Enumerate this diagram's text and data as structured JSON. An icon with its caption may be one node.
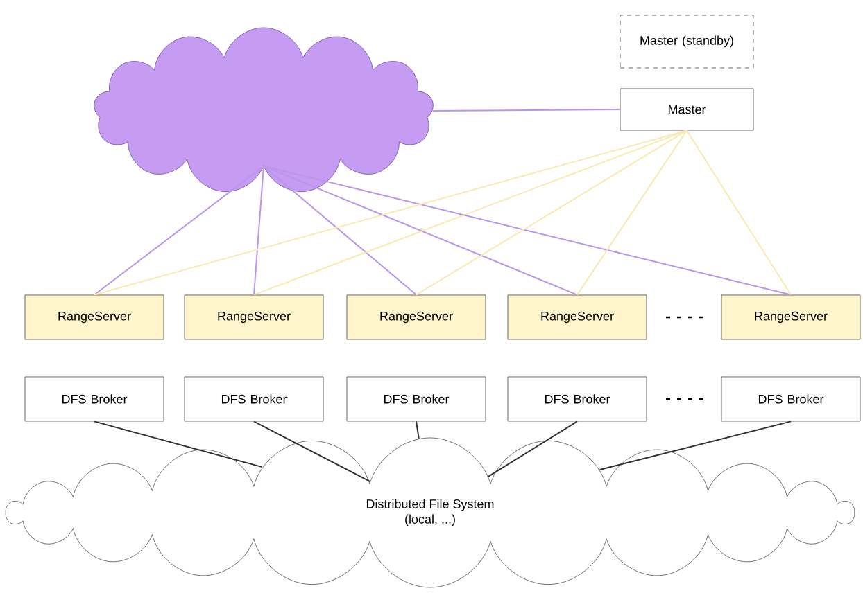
{
  "diagram": {
    "nodes": [
      {
        "text": [],
        "shape": "cloud"
      },
      {
        "text": [
          "Master (standby)"
        ]
      },
      {
        "text": [
          "Master"
        ]
      },
      {
        "text": [
          "RangeServer"
        ]
      },
      {
        "text": [
          "RangeServer"
        ]
      },
      {
        "text": [
          "RangeServer"
        ]
      },
      {
        "text": [
          "RangeServer"
        ]
      },
      {
        "text": [
          "RangeServer"
        ]
      },
      {
        "text": [
          "DFS Broker"
        ]
      },
      {
        "text": [
          "DFS Broker"
        ]
      },
      {
        "text": [
          "DFS Broker"
        ]
      },
      {
        "text": [
          "DFS Broker"
        ]
      },
      {
        "text": [
          "DFS Broker"
        ]
      },
      {
        "text": [
          "Distributed File System",
          "(local, ...)"
        ]
      }
    ],
    "edges": [
      {
        "from": 0,
        "to": 2,
        "arrow": "none",
        "color": "#b896ea"
      },
      {
        "from": 0,
        "to": 3,
        "arrow": "none",
        "color": "#b896ea"
      },
      {
        "from": 0,
        "to": 4,
        "arrow": "none",
        "color": "#b896ea"
      },
      {
        "from": 0,
        "to": 5,
        "arrow": "none",
        "color": "#b896ea"
      },
      {
        "from": 0,
        "to": 6,
        "arrow": "none",
        "color": "#b896ea"
      },
      {
        "from": 0,
        "to": 7,
        "arrow": "none",
        "color": "#b896ea"
      },
      {
        "from": 2,
        "to": 3,
        "arrow": "none",
        "color": "#f8eab0"
      },
      {
        "from": 2,
        "to": 4,
        "arrow": "none",
        "color": "#f8eab0"
      },
      {
        "from": 2,
        "to": 5,
        "arrow": "none",
        "color": "#f8eab0"
      },
      {
        "from": 2,
        "to": 6,
        "arrow": "none",
        "color": "#f8eab0"
      },
      {
        "from": 2,
        "to": 7,
        "arrow": "none",
        "color": "#f8eab0"
      },
      {
        "from": 8,
        "to": 13,
        "arrow": "none",
        "color": "#303030"
      },
      {
        "from": 9,
        "to": 13,
        "arrow": "none",
        "color": "#303030"
      },
      {
        "from": 10,
        "to": 13,
        "arrow": "none",
        "color": "#303030"
      },
      {
        "from": 11,
        "to": 13,
        "arrow": "none",
        "color": "#303030"
      },
      {
        "from": 12,
        "to": 13,
        "arrow": "none",
        "color": "#303030"
      }
    ]
  }
}
